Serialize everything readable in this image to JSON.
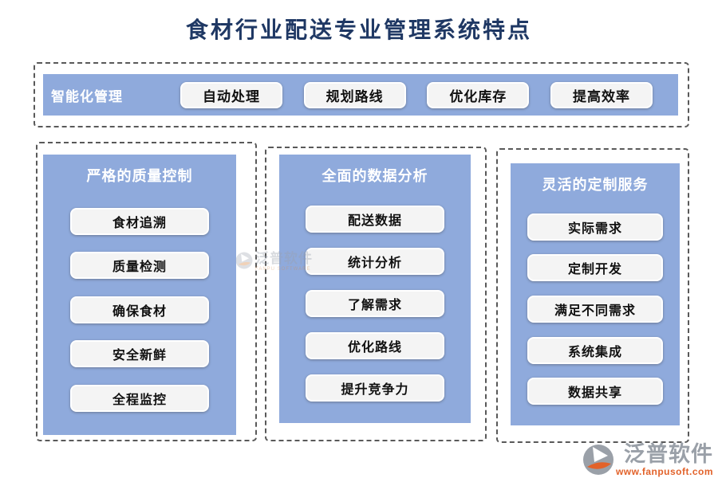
{
  "page": {
    "title": "食材行业配送专业管理系统特点"
  },
  "smart_section": {
    "label": "智能化管理",
    "buttons": [
      "自动处理",
      "规划路线",
      "优化库存",
      "提高效率"
    ]
  },
  "columns": [
    {
      "header": "严格的质量控制",
      "buttons": [
        "食材追溯",
        "质量检测",
        "确保食材",
        "安全新鲜",
        "全程监控"
      ]
    },
    {
      "header": "全面的数据分析",
      "buttons": [
        "配送数据",
        "统计分析",
        "了解需求",
        "优化路线",
        "提升竞争力"
      ]
    },
    {
      "header": "灵活的定制服务",
      "buttons": [
        "实际需求",
        "定制开发",
        "满足不同需求",
        "系统集成",
        "数据共享"
      ]
    }
  ],
  "watermark": {
    "name": "泛普软件",
    "tagline": "FANPU SOFTWARE"
  },
  "brand": {
    "name": "泛普软件",
    "website": "www.fanpusoft.com"
  },
  "colors": {
    "panel_blue": "#8FAADC",
    "title_navy": "#1F3864",
    "dash_grey": "#595959",
    "brand_orange": "#E2622A",
    "brand_grey": "#9AA0A8",
    "button_bg": "#F4F4F4"
  }
}
